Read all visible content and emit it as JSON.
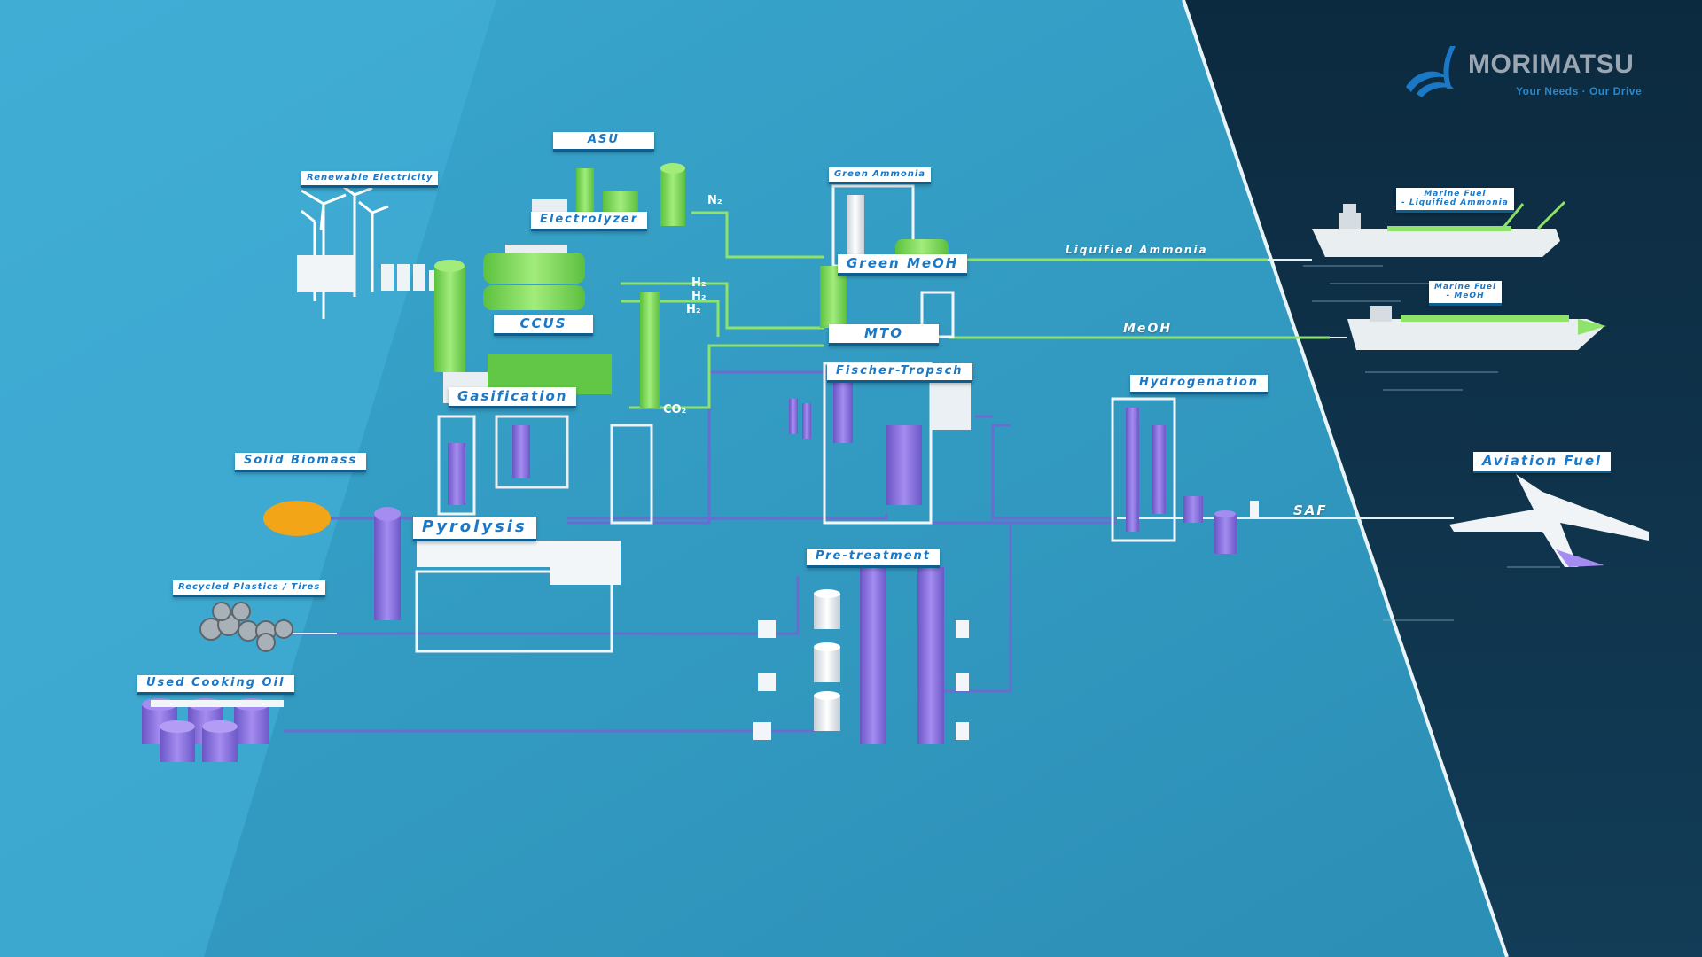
{
  "brand": {
    "name": "MORIMATSU",
    "tagline": "Your Needs · Our Drive",
    "colors": {
      "primary": "#1b78c6",
      "grey": "#9aa6b1"
    }
  },
  "colors": {
    "sea_light": "#3aa7cf",
    "sea_mid": "#2f93b8",
    "ocean": "#0e2f45",
    "green_equipment": "#7ed957",
    "purple_equipment": "#8a6fd9",
    "pipe_green": "#8fe36a",
    "pipe_purple": "#6a6cd0"
  },
  "feedstocks": {
    "renewable_electricity": "Renewable Electricity",
    "solid_biomass": "Solid Biomass",
    "recycled_plastics": "Recycled Plastics / Tires",
    "used_cooking_oil": "Used Cooking Oil"
  },
  "units": {
    "asu": "ASU",
    "electrolyzer": "Electrolyzer",
    "ccus": "CCUS",
    "gasification": "Gasification",
    "pyrolysis": "Pyrolysis",
    "green_ammonia": "Green Ammonia",
    "green_meoh": "Green MeOH",
    "mto": "MTO",
    "fischer_tropsch": "Fischer-Tropsch",
    "pre_treatment": "Pre-treatment",
    "hydrogenation": "Hydrogenation"
  },
  "gases": {
    "n2": "N₂",
    "h2_1": "H₂",
    "h2_2": "H₂",
    "h2_3": "H₂",
    "co2": "CO₂"
  },
  "flows": {
    "liquified_ammonia": "Liquified Ammonia",
    "meoh": "MeOH",
    "saf": "SAF"
  },
  "products": {
    "marine_ammonia": "Marine Fuel\n- Liquified Ammonia",
    "marine_meoh": "Marine Fuel\n- MeOH",
    "aviation_fuel": "Aviation Fuel"
  }
}
